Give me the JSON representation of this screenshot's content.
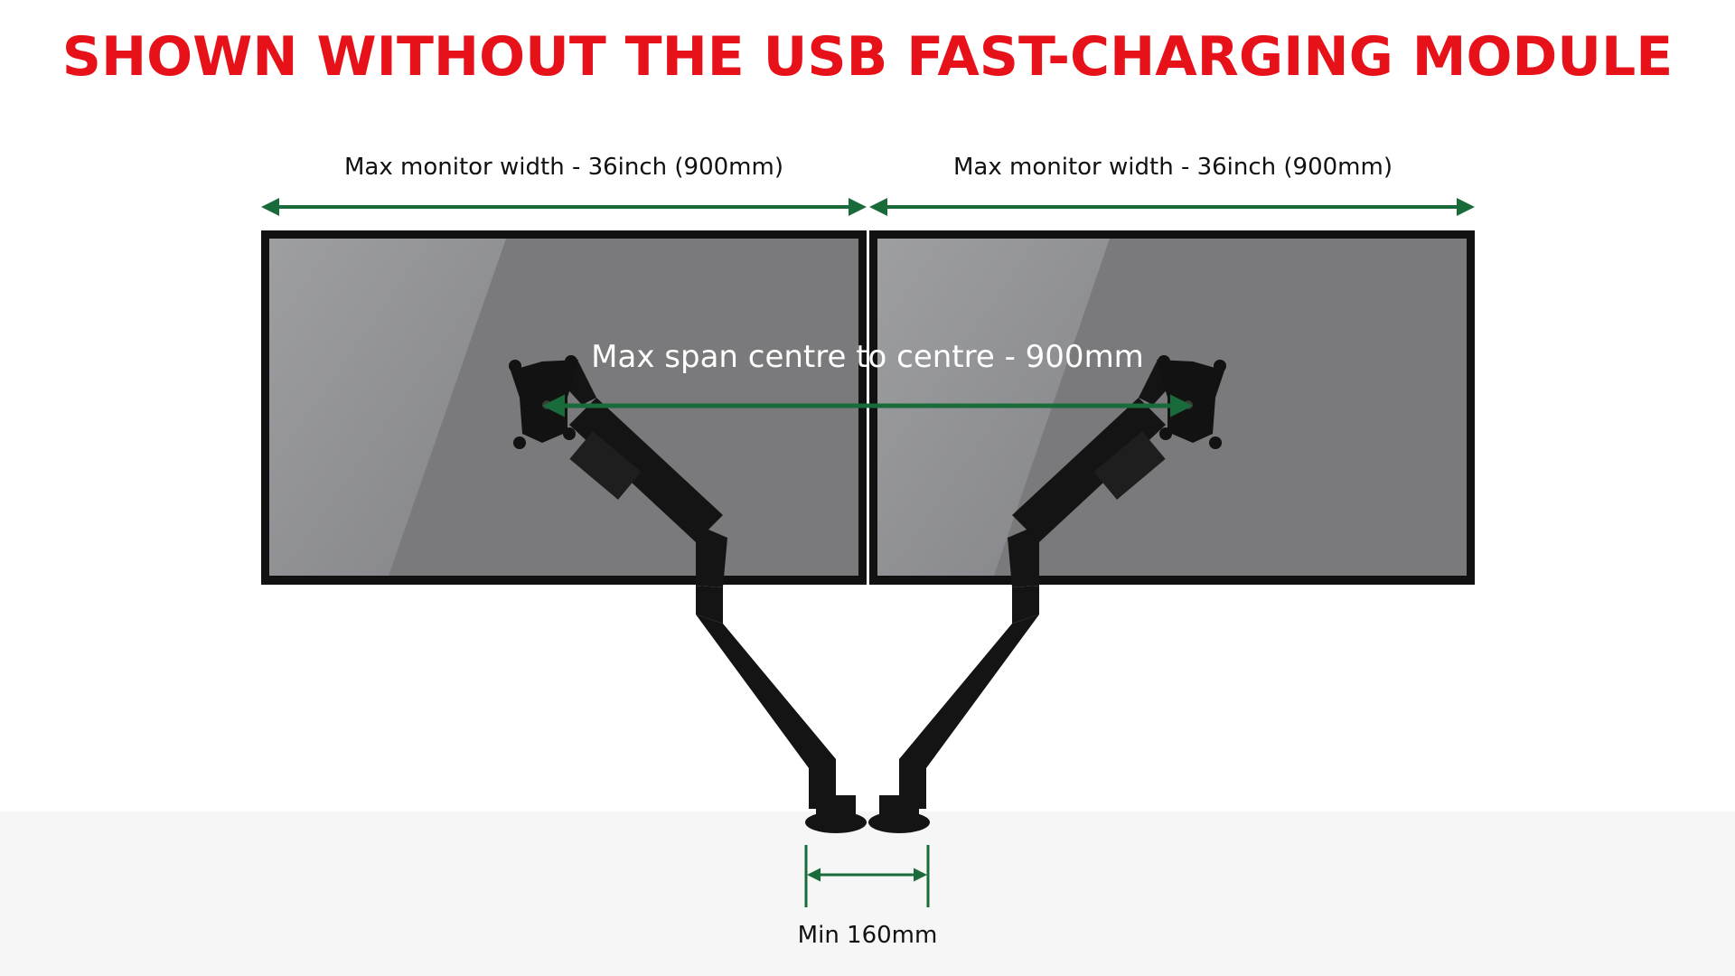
{
  "headline": "SHOWN WITHOUT THE USB FAST-CHARGING MODULE",
  "left_monitor": {
    "width_label": "Max monitor width - 36inch (900mm)"
  },
  "right_monitor": {
    "width_label": "Max monitor width - 36inch (900mm)"
  },
  "span_label": "Max span centre to centre - 900mm",
  "clamp_spacing_label": "Min 160mm",
  "colors": {
    "headline": "#e61119",
    "dimension_line": "#1a6b3a",
    "screen": "#7a7a7c",
    "bezel": "#111111",
    "arm": "#141414",
    "desk": "#f5f6f5"
  },
  "icons": [
    "left-monitor",
    "right-monitor",
    "left-arm",
    "right-arm",
    "left-vesa-plate",
    "right-vesa-plate"
  ]
}
